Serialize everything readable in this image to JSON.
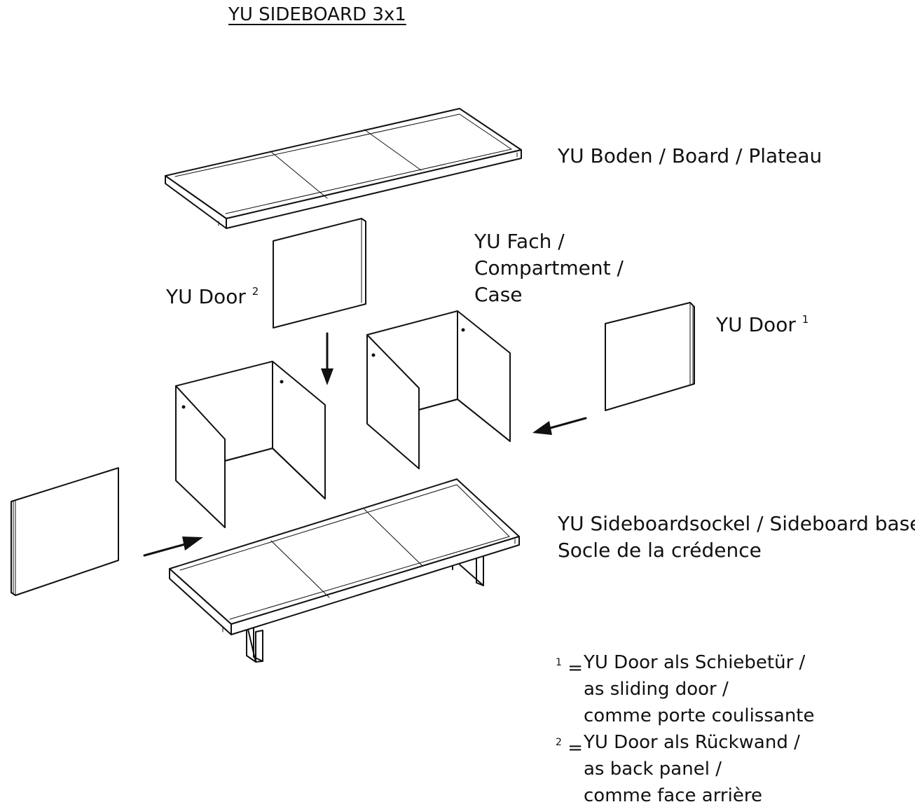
{
  "title": "YU SIDEBOARD 3x1",
  "labels": {
    "board": "YU Boden / Board / Plateau",
    "door2": "YU Door",
    "door2_mark": "2",
    "fach_line1": "YU Fach /",
    "fach_line2": "Compartment /",
    "fach_line3": "Case",
    "door1": "YU Door",
    "door1_mark": "1",
    "base_line1": "YU Sideboardsockel / Sideboard base /",
    "base_line2": "Socle de la crédence"
  },
  "footnotes": [
    {
      "marker": "1",
      "eq": "=",
      "lines": [
        "YU Door als Schiebetür /",
        "as sliding door /",
        "comme porte coulissante"
      ]
    },
    {
      "marker": "2",
      "eq": "=",
      "lines": [
        "YU Door als Rückwand /",
        "as back panel /",
        "comme face arrière"
      ]
    }
  ]
}
